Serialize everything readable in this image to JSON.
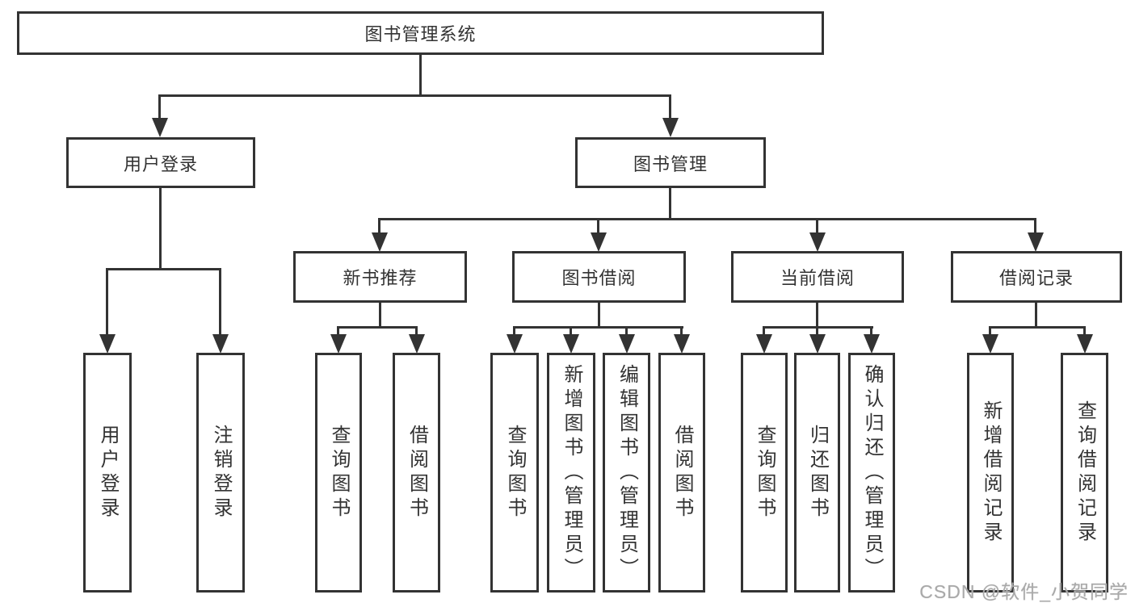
{
  "diagram_title": "图书管理系统",
  "nodes": {
    "root": "图书管理系统",
    "user_login": "用户登录",
    "book_management": "图书管理",
    "new_book_recommend": "新书推荐",
    "book_borrowing": "图书借阅",
    "current_borrowing": "当前借阅",
    "borrowing_records": "借阅记录"
  },
  "leaves": {
    "user_login": [
      "用户登录",
      "注销登录"
    ],
    "new_book_recommend": [
      "查询图书",
      "借阅图书"
    ],
    "book_borrowing": [
      "查询图书",
      "新增图书（管理员）",
      "编辑图书（管理员）",
      "借阅图书"
    ],
    "current_borrowing": [
      "查询图书",
      "归还图书",
      "确认归还（管理员）"
    ],
    "borrowing_records": [
      "新增借阅记录",
      "查询借阅记录"
    ]
  },
  "watermark": {
    "text": "CSDN @软件_小贺同学"
  },
  "colors": {
    "line": "#333333",
    "box_border": "#333333",
    "text": "#333333",
    "watermark": "#a9a9a9",
    "background": "#ffffff"
  }
}
